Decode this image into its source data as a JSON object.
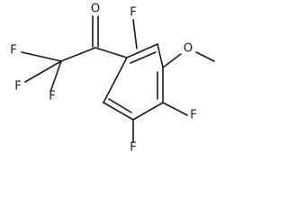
{
  "molecule": {
    "atoms": {
      "carbonyl_oxygen": "O",
      "cf3_fluorine_1": "F",
      "cf3_fluorine_2": "F",
      "cf3_fluorine_3": "F",
      "ring_fluorine_2": "F",
      "methoxy_oxygen": "O",
      "ring_fluorine_4": "F",
      "ring_fluorine_5": "F"
    }
  }
}
